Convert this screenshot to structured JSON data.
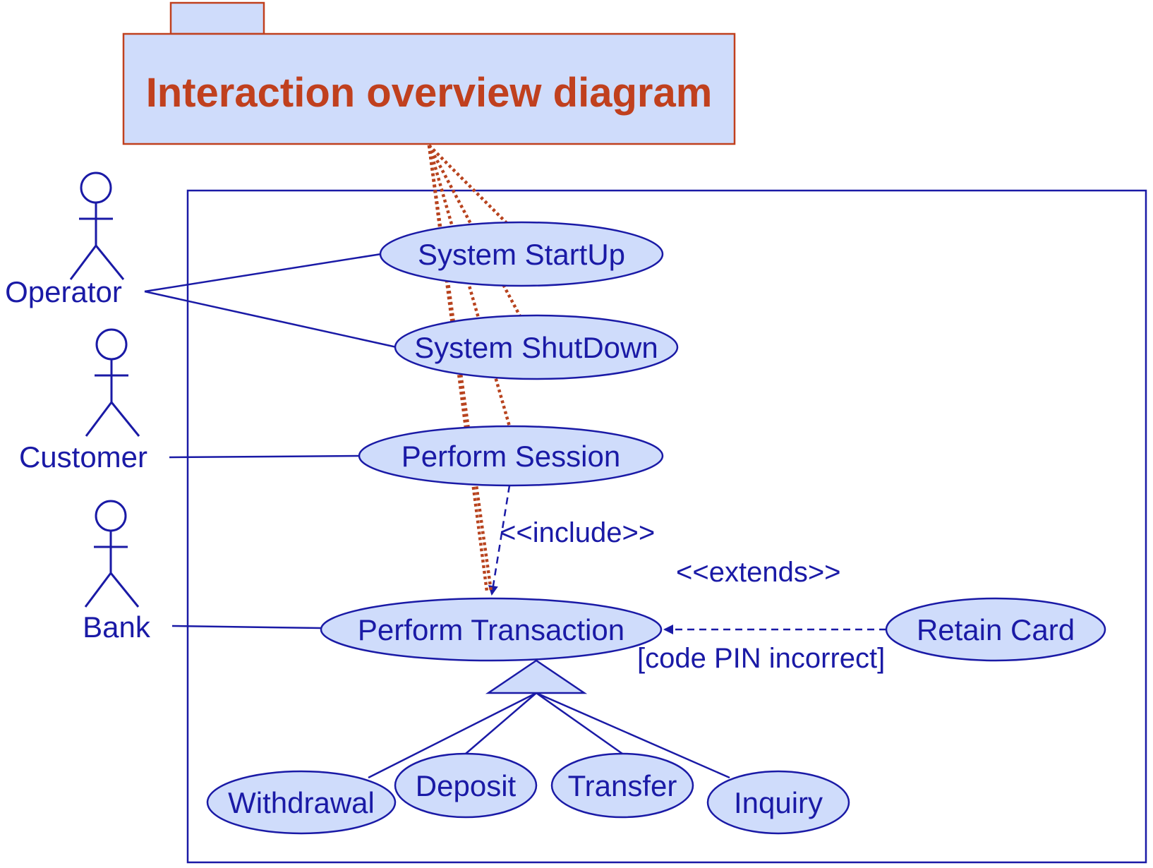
{
  "title": "Interaction overview diagram",
  "colors": {
    "title_text": "#c0401e",
    "title_fill": "#cfdcfb",
    "title_border": "#c0401e",
    "uml_blue": "#1a1aa6",
    "use_case_fill": "#cfdcfb",
    "dotted_link": "#b8431e"
  },
  "actors": [
    {
      "id": "operator",
      "label": "Operator"
    },
    {
      "id": "customer",
      "label": "Customer"
    },
    {
      "id": "bank",
      "label": "Bank"
    }
  ],
  "use_cases": {
    "startup": "System StartUp",
    "shutdown": "System ShutDown",
    "session": "Perform Session",
    "transaction": "Perform Transaction",
    "retain": "Retain Card",
    "withdrawal": "Withdrawal",
    "deposit": "Deposit",
    "transfer": "Transfer",
    "inquiry": "Inquiry"
  },
  "relations": {
    "include_label": "<<include>>",
    "extends_label": "<<extends>>",
    "extends_condition": "[code PIN incorrect]"
  }
}
